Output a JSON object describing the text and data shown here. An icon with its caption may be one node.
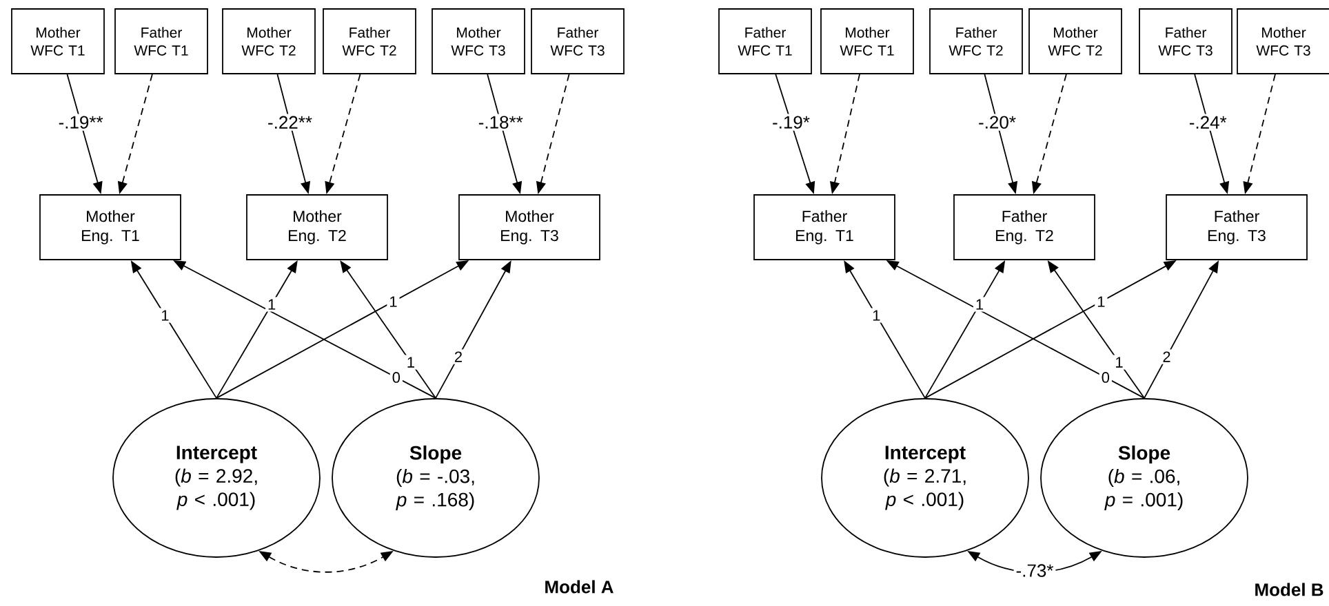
{
  "diagram": {
    "nodes": [
      {
        "text": [
          "Mother WFC T1"
        ]
      },
      {
        "text": [
          "Father WFC T1"
        ]
      },
      {
        "text": [
          "Mother WFC T2"
        ]
      },
      {
        "text": [
          "Father WFC T2"
        ]
      },
      {
        "text": [
          "Mother WFC T3"
        ]
      },
      {
        "text": [
          "Father WFC T3"
        ]
      },
      {
        "text": [
          "Mother Eng. T1"
        ]
      },
      {
        "text": [
          "Mother Eng. T2"
        ]
      },
      {
        "text": [
          "Mother Eng. T3"
        ]
      },
      {
        "text": [
          "Intercept",
          "(*b* = 2.92, *p* < .001)"
        ]
      },
      {
        "text": [
          "Slope",
          "(*b* = -.03, *p* = .168)"
        ]
      },
      {
        "text": [
          "Father WFC T1"
        ]
      },
      {
        "text": [
          "Mother WFC T1"
        ]
      },
      {
        "text": [
          "Father WFC T2"
        ]
      },
      {
        "text": [
          "Mother WFC T2"
        ]
      },
      {
        "text": [
          "Father WFC T3"
        ]
      },
      {
        "text": [
          "Mother WFC T3"
        ]
      },
      {
        "text": [
          "Father Eng. T1"
        ]
      },
      {
        "text": [
          "Father Eng. T2"
        ]
      },
      {
        "text": [
          "Father Eng. T3"
        ]
      },
      {
        "text": [
          "Intercept",
          "(*b* = 2.71, *p* < .001)"
        ]
      },
      {
        "text": [
          "Slope",
          "(*b* = .06, *p* = .001)"
        ]
      }
    ],
    "edges": [
      {
        "from": 0,
        "to": 6,
        "arrow": "to",
        "label": "-.19**"
      },
      {
        "from": 1,
        "to": 6,
        "arrow": "to",
        "style": "dashed"
      },
      {
        "from": 2,
        "to": 7,
        "arrow": "to",
        "label": "-.22**"
      },
      {
        "from": 3,
        "to": 7,
        "arrow": "to",
        "style": "dashed"
      },
      {
        "from": 4,
        "to": 8,
        "arrow": "to",
        "label": "-.18**"
      },
      {
        "from": 5,
        "to": 8,
        "arrow": "to",
        "style": "dashed"
      },
      {
        "from": 9,
        "to": 6,
        "arrow": "to",
        "label": "1"
      },
      {
        "from": 9,
        "to": 7,
        "arrow": "to",
        "label": "1"
      },
      {
        "from": 9,
        "to": 8,
        "arrow": "to",
        "label": "1"
      },
      {
        "from": 10,
        "to": 6,
        "arrow": "to",
        "label": "0"
      },
      {
        "from": 10,
        "to": 7,
        "arrow": "to",
        "label": "1"
      },
      {
        "from": 10,
        "to": 8,
        "arrow": "to",
        "label": "2"
      },
      {
        "from": 9,
        "to": 10,
        "arrow": "both",
        "style": "dashed"
      },
      {
        "from": 11,
        "to": 17,
        "arrow": "to",
        "label": "-.19*"
      },
      {
        "from": 12,
        "to": 17,
        "arrow": "to",
        "style": "dashed"
      },
      {
        "from": 13,
        "to": 18,
        "arrow": "to",
        "label": "-.20*"
      },
      {
        "from": 14,
        "to": 18,
        "arrow": "to",
        "style": "dashed"
      },
      {
        "from": 15,
        "to": 19,
        "arrow": "to",
        "label": "-.24*"
      },
      {
        "from": 16,
        "to": 19,
        "arrow": "to",
        "style": "dashed"
      },
      {
        "from": 20,
        "to": 17,
        "arrow": "to",
        "label": "1"
      },
      {
        "from": 20,
        "to": 18,
        "arrow": "to",
        "label": "1"
      },
      {
        "from": 20,
        "to": 19,
        "arrow": "to",
        "label": "1"
      },
      {
        "from": 21,
        "to": 17,
        "arrow": "to",
        "label": "0"
      },
      {
        "from": 21,
        "to": 18,
        "arrow": "to",
        "label": "1"
      },
      {
        "from": 21,
        "to": 19,
        "arrow": "to",
        "label": "2"
      },
      {
        "from": 20,
        "to": 21,
        "arrow": "both",
        "label": "-.73*"
      }
    ],
    "labels": [
      "Model A",
      "Model B"
    ]
  }
}
